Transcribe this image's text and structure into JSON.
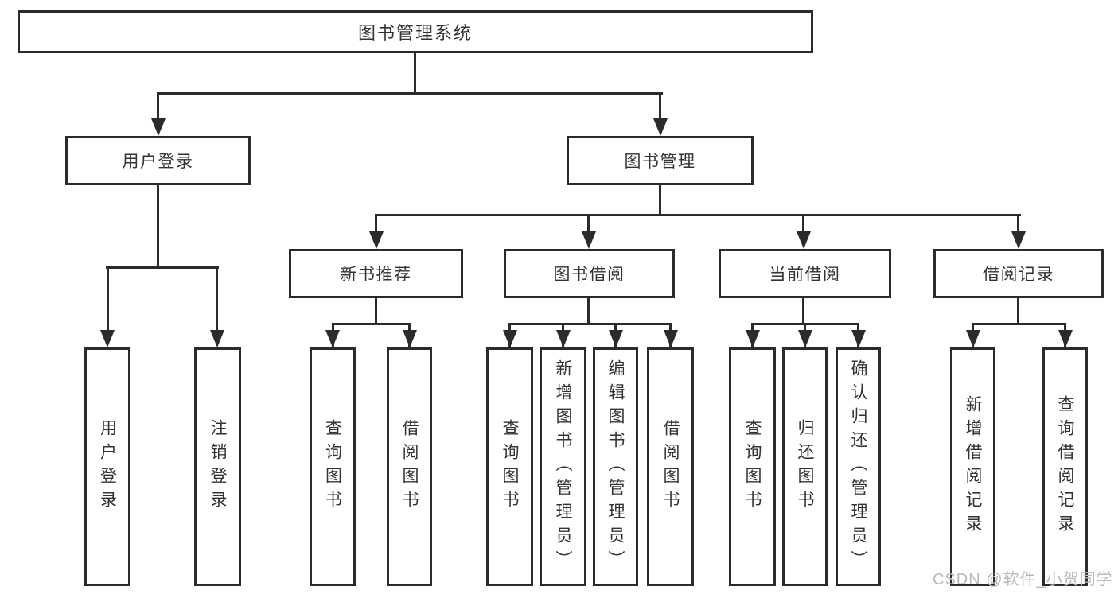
{
  "diagram": {
    "title": "图书管理系统",
    "level2": {
      "user_login": "用户登录",
      "book_mgmt": "图书管理"
    },
    "level3": {
      "new_books": "新书推荐",
      "book_borrow": "图书借阅",
      "current_borrow": "当前借阅",
      "borrow_records": "借阅记录"
    },
    "leaves": {
      "user_login_login": "用户登录",
      "user_login_logout": "注销登录",
      "nb_query": "查询图书",
      "nb_borrow": "借阅图书",
      "bb_query": "查询图书",
      "bb_add": "新增图书（管理员）",
      "bb_edit": "编辑图书（管理员）",
      "bb_borrow": "借阅图书",
      "cb_query": "查询图书",
      "cb_return": "归还图书",
      "cb_confirm": "确认归还（管理员）",
      "br_add": "新增借阅记录",
      "br_query": "查询借阅记录"
    },
    "colors": {
      "line": "#2b2b2b",
      "text": "#333333",
      "watermark": "#b9b9b9",
      "background": "#ffffff"
    }
  },
  "watermark": {
    "text": "CSDN @软件_小贺同学"
  }
}
